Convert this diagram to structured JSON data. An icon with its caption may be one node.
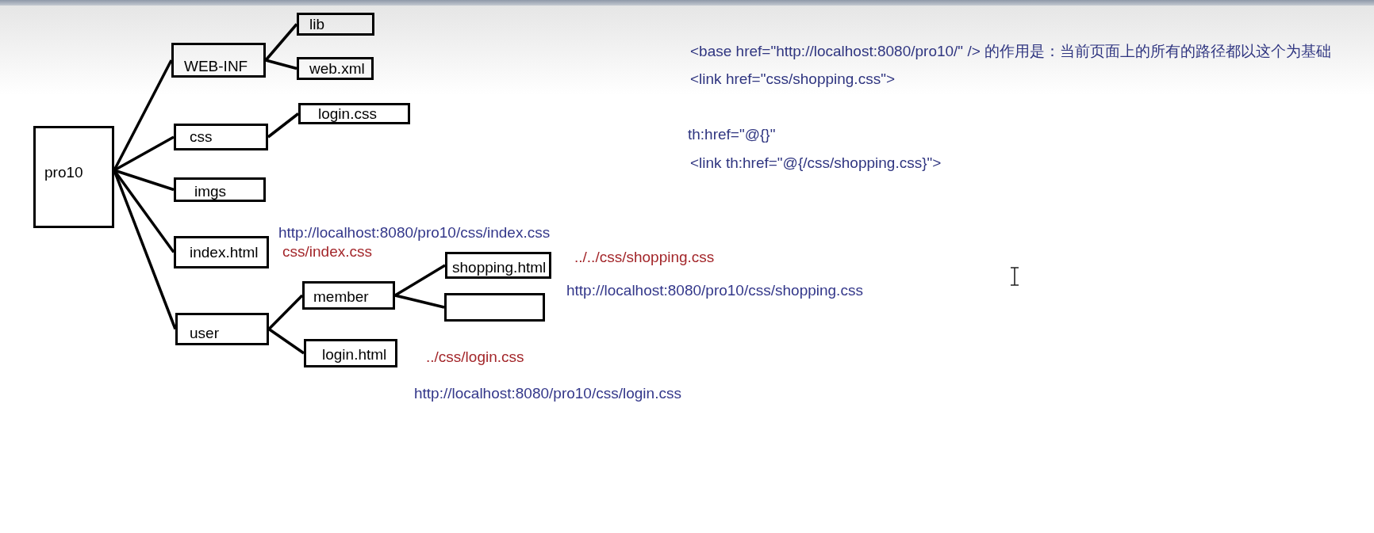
{
  "diagram": {
    "nodes": [
      {
        "text": [
          "pro10"
        ]
      },
      {
        "text": [
          "WEB-INF"
        ]
      },
      {
        "text": [
          "lib"
        ]
      },
      {
        "text": [
          "web.xml"
        ]
      },
      {
        "text": [
          "css"
        ]
      },
      {
        "text": [
          "login.css"
        ]
      },
      {
        "text": [
          "imgs"
        ]
      },
      {
        "text": [
          "index.html"
        ],
        "beside": [
          "http://localhost:8080/pro10/css/index.css",
          "css/index.css"
        ]
      },
      {
        "text": [
          "user"
        ]
      },
      {
        "text": [
          "member"
        ]
      },
      {
        "text": [
          "shopping.html"
        ],
        "beside": [
          "../../css/shopping.css",
          "http://localhost:8080/pro10/css/shopping.css"
        ]
      },
      {
        "text": [],
        "shape": "box"
      },
      {
        "text": [
          "login.html"
        ],
        "beside": [
          "../css/login.css",
          "http://localhost:8080/pro10/css/login.css"
        ]
      }
    ],
    "edges": [
      {
        "from": 0,
        "to": 1,
        "arrow": "none"
      },
      {
        "from": 1,
        "to": 2,
        "arrow": "none"
      },
      {
        "from": 1,
        "to": 3,
        "arrow": "none"
      },
      {
        "from": 0,
        "to": 4,
        "arrow": "none"
      },
      {
        "from": 4,
        "to": 5,
        "arrow": "none"
      },
      {
        "from": 0,
        "to": 6,
        "arrow": "none"
      },
      {
        "from": 0,
        "to": 7,
        "arrow": "none"
      },
      {
        "from": 0,
        "to": 8,
        "arrow": "none"
      },
      {
        "from": 8,
        "to": 9,
        "arrow": "none"
      },
      {
        "from": 9,
        "to": 10,
        "arrow": "none"
      },
      {
        "from": 9,
        "to": 11,
        "arrow": "none"
      },
      {
        "from": 8,
        "to": 12,
        "arrow": "none"
      }
    ],
    "labels": [
      "<base href=\"http://localhost:8080/pro10/\" /> 的作用是：当前页面上的所有的路径都以这个为基础",
      "<link href=\"css/shopping.css\">",
      "th:href=\"@{}\"",
      "<link th:href=\"@{/css/shopping.css}\">"
    ]
  }
}
